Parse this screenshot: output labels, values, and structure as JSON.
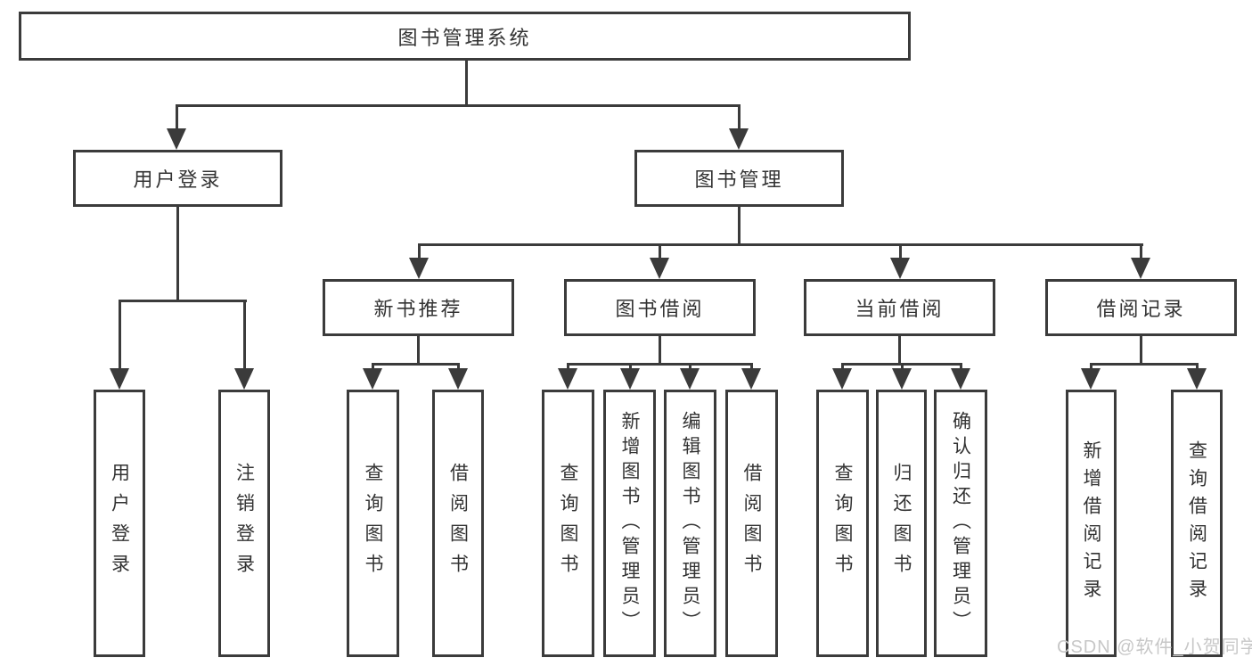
{
  "tree": {
    "label": "图书管理系统",
    "children": [
      {
        "label": "用户登录",
        "children": [
          {
            "label": "用户登录"
          },
          {
            "label": "注销登录"
          }
        ]
      },
      {
        "label": "图书管理",
        "children": [
          {
            "label": "新书推荐",
            "children": [
              {
                "label": "查询图书"
              },
              {
                "label": "借阅图书"
              }
            ]
          },
          {
            "label": "图书借阅",
            "children": [
              {
                "label": "查询图书"
              },
              {
                "label": "新增图书（管理员）"
              },
              {
                "label": "编辑图书（管理员）"
              },
              {
                "label": "借阅图书"
              }
            ]
          },
          {
            "label": "当前借阅",
            "children": [
              {
                "label": "查询图书"
              },
              {
                "label": "归还图书"
              },
              {
                "label": "确认归还（管理员）"
              }
            ]
          },
          {
            "label": "借阅记录",
            "children": [
              {
                "label": "新增借阅记录"
              },
              {
                "label": "查询借阅记录"
              }
            ]
          }
        ]
      }
    ]
  },
  "watermark": "CSDN @软件_小贺同学",
  "colors": {
    "line": "#3b3b3b",
    "text": "#333333",
    "watermark": "#c7c7c7",
    "background": "#ffffff"
  }
}
